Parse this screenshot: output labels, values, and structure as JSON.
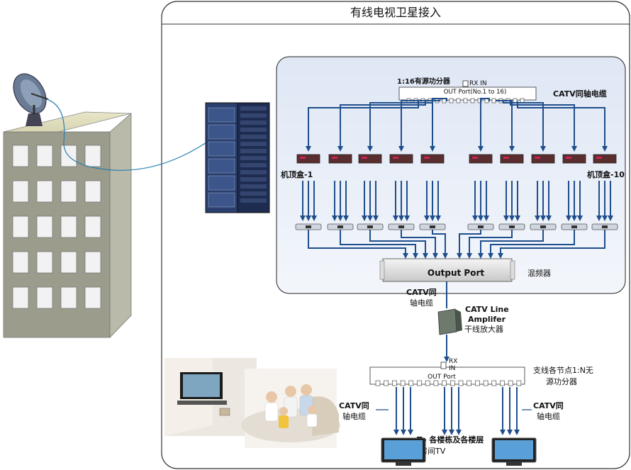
{
  "title": "有线电视卫星接入",
  "splitter": {
    "label": "1:16有源功分器",
    "rx": "RX IN",
    "out": "OUT Port(No.1 to 16)"
  },
  "catv_cable": "CATV同轴电缆",
  "stb_first": "机顶盒-1",
  "stb_last": "机顶盒-10",
  "mixer": {
    "port": "Output Port",
    "label": "混频器"
  },
  "catv_left": [
    "CATV同",
    "轴电缆"
  ],
  "amplifier": [
    "CATV Line",
    "Amplifer",
    "干线放大器"
  ],
  "branch": {
    "rx": "RX",
    "in": "IN",
    "out": "OUT Port",
    "label": [
      "支线各节点1:N无",
      "源功分器"
    ]
  },
  "cable_bl": [
    "CATV同",
    "轴电缆"
  ],
  "cable_br": [
    "CATV同",
    "轴电缆"
  ],
  "dest": [
    "To 各楼栋及各楼层",
    "房间TV"
  ],
  "colors": {
    "arrow": "#1f4e8c",
    "panel": "#e8eef8",
    "building": "#9b9c8c",
    "rack": "#243a66"
  }
}
